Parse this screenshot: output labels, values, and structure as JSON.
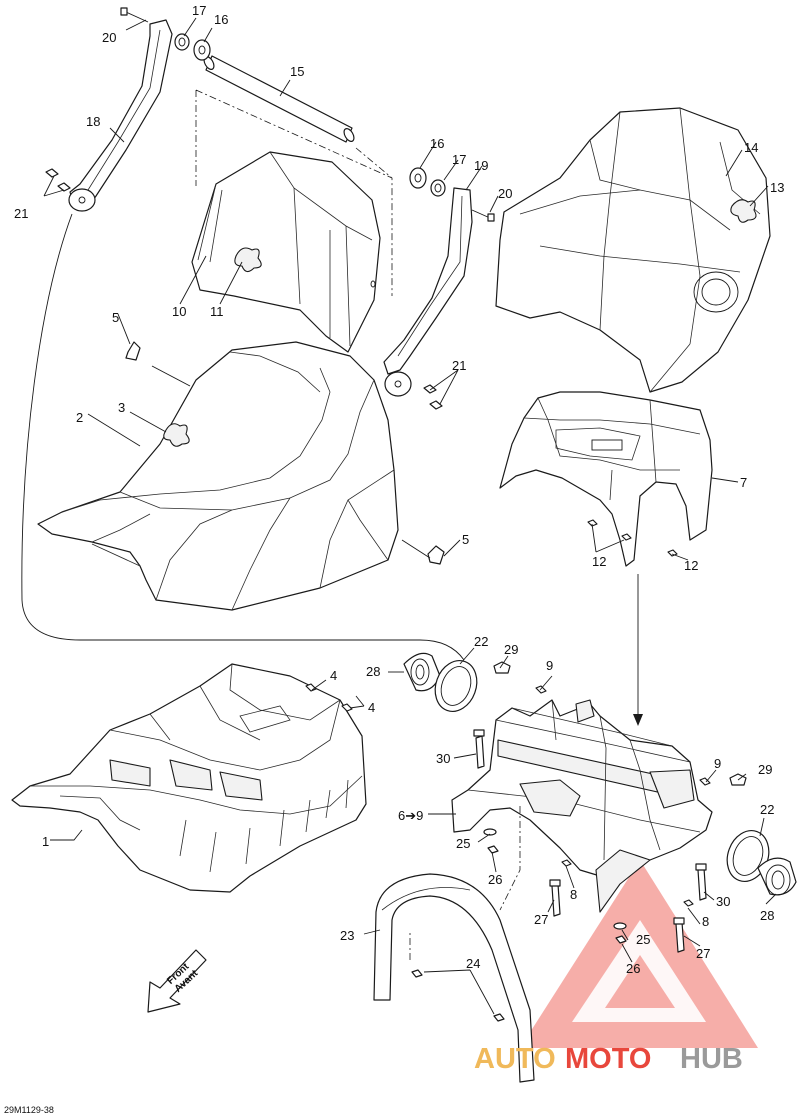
{
  "diagram": {
    "reference_code": "29M1129-38",
    "callouts": {
      "c1": "1",
      "c2": "2",
      "c3": "3",
      "c4a": "4",
      "c4b": "4",
      "c5a": "5",
      "c5b": "5",
      "c6_9": "6➔9",
      "c7": "7",
      "c8a": "8",
      "c8b": "8",
      "c9a": "9",
      "c9b": "9",
      "c10": "10",
      "c11": "11",
      "c12a": "12",
      "c12b": "12",
      "c13": "13",
      "c14": "14",
      "c15": "15",
      "c16a": "16",
      "c16b": "16",
      "c17a": "17",
      "c17b": "17",
      "c18": "18",
      "c19": "19",
      "c20a": "20",
      "c20b": "20",
      "c21a": "21",
      "c21b": "21",
      "c22a": "22",
      "c22b": "22",
      "c23": "23",
      "c24": "24",
      "c25a": "25",
      "c25b": "25",
      "c26a": "26",
      "c26b": "26",
      "c27a": "27",
      "c27b": "27",
      "c28a": "28",
      "c28b": "28",
      "c29a": "29",
      "c29b": "29",
      "c30a": "30",
      "c30b": "30"
    },
    "front_arrow": {
      "line1": "Front",
      "line2": "Avant"
    }
  },
  "watermark": {
    "part1": "AUTO",
    "part2": "MOTO",
    "part3": "HUB",
    "color_light": "#f0b95a",
    "color_red": "#e8473c",
    "color_dark": "#9a9a9a"
  }
}
